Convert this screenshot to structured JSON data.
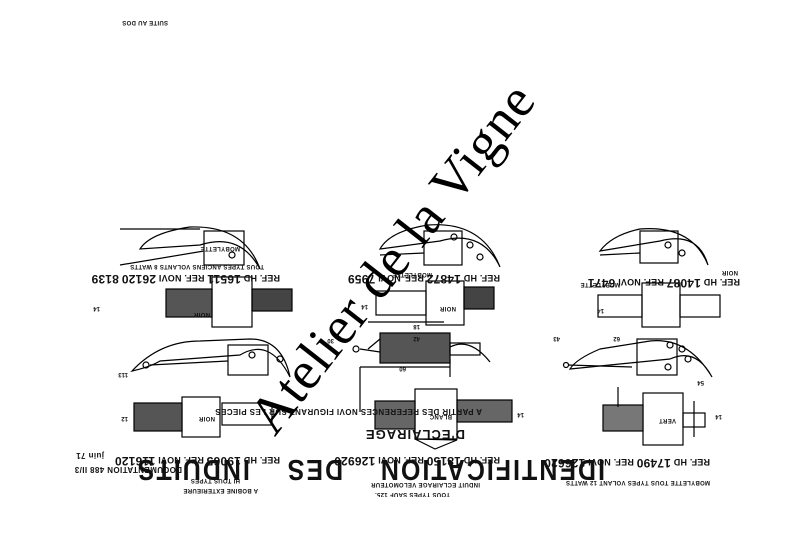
{
  "title": {
    "main_word_1": "IDENTIFICATION",
    "main_word_2": "DES",
    "main_word_3": "INDUITS",
    "subtitle": "D'ECLAIRAGE",
    "note_part_1": "A PARTIR DES REFERENCES",
    "note_part_2": "NOVI",
    "note_part_3": "FIGURANT SUR LES PIECES"
  },
  "document": {
    "label": "DOCUMENTATION",
    "number": "488 II/3",
    "date": "juin 71"
  },
  "top_note": "SUITE AU DOS",
  "watermark": "Atelier de la Vigne",
  "units": [
    {
      "ref_hd": "REF. HD",
      "ref_hd_number": "19065",
      "ref_novi": "REF. NOVI",
      "ref_novi_number": "116120",
      "desc_line_1": "HI TOUS TYPES",
      "desc_line_2": "A BOBINE EXTERIEURE",
      "color_label": "NOIR",
      "dims": [
        "12",
        "113"
      ]
    },
    {
      "ref_hd": "REF. HD",
      "ref_hd_number": "18150",
      "ref_novi": "REF. NOVI",
      "ref_novi_number": "126920",
      "desc_line_1": "INDUIT ECLAIRAGE VELOMOTEUR",
      "desc_line_2": "TOUS TYPES SAUF 125.",
      "color_label": "BLANC",
      "dims": [
        "14",
        "60",
        "18"
      ]
    },
    {
      "ref_hd": "REF. HD",
      "ref_hd_number": "17490",
      "ref_novi": "REF. NOVI",
      "ref_novi_number": "126620",
      "desc_line_1": "MOBYLETTE  TOUS TYPES VOLANT 12 WATTS",
      "color_label": "VERT",
      "dims": [
        "14",
        "54"
      ]
    },
    {
      "ref_hd": "REF. HD",
      "ref_hd_number": "16511",
      "ref_novi": "REF. NOVI",
      "ref_novi_number": "26120",
      "extra_number": "8139",
      "desc_line_1": "MOBYLETTE",
      "desc_line_2": "TOUS TYPES ANCIENS VOLANTS 8 WATTS",
      "color_label": "NOIR",
      "dims": [
        "14"
      ]
    },
    {
      "ref_hd": "REF. HD",
      "ref_hd_number": "14872",
      "ref_novi": "REF. NOVI",
      "ref_novi_number": "7959",
      "desc_line_1": "MOBYLETTE",
      "color_label": "NOIR",
      "dims": [
        "14",
        "42",
        "30"
      ]
    },
    {
      "ref_hd": "REF. HD",
      "ref_hd_number": "14087",
      "ref_novi": "REF. NOVI",
      "ref_novi_number": "6471",
      "desc_line_1": "MOBYLETTE",
      "color_label": "NOIR",
      "dims": [
        "14",
        "43",
        "62"
      ]
    }
  ]
}
